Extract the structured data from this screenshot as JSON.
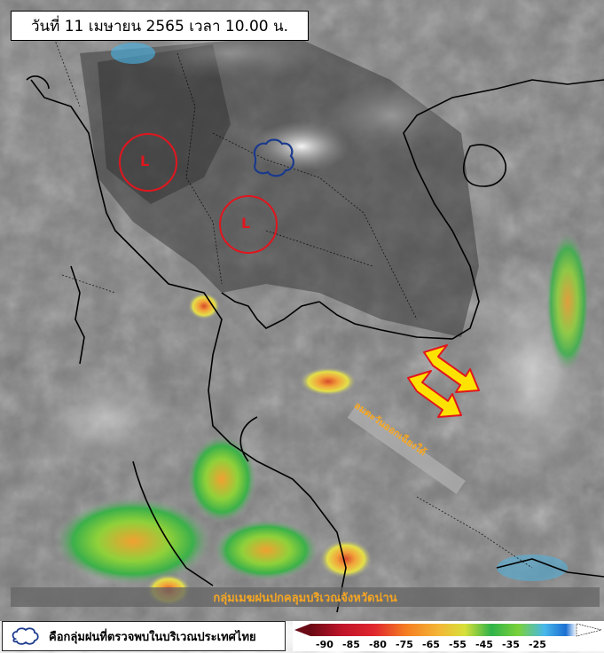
{
  "title": "วันที่ 11 เมษายน 2565 เวลา 10.00 น.",
  "pressure_labels": [
    "L",
    "L"
  ],
  "annotation_monsoon": "ลมตะวันออกเฉียงใต้",
  "banner": "กลุ่มเมฆฝนปกคลุมบริเวณจังหวัดน่าน",
  "legend": {
    "cloud_label": "คือกลุ่มฝนที่ตรวจพบในบริเวณประเทศไทย",
    "scale_values": [
      "-90",
      "-85",
      "-80",
      "-75",
      "-65",
      "-55",
      "-45",
      "-35",
      "-25"
    ]
  },
  "colors": {
    "low_circle": "#e0161e",
    "cloud_outline": "#1b3a8c",
    "arrow_fill": "#ffe300",
    "arrow_stroke": "#e0161e",
    "annotation_text": "#f5a623"
  }
}
